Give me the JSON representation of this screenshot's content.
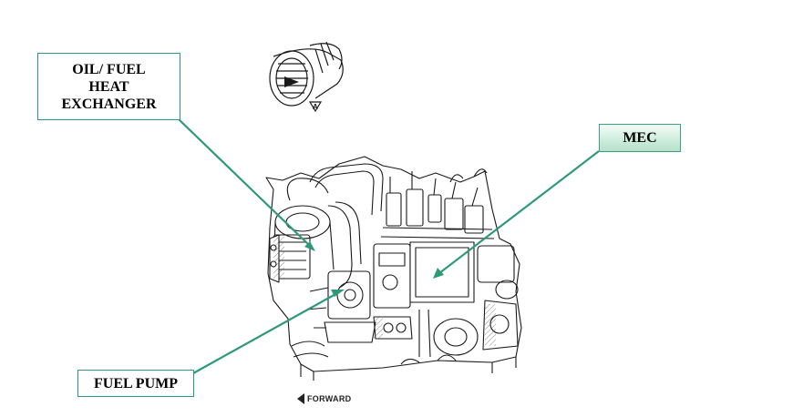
{
  "labels": {
    "oil_fuel_line1": "OIL/ FUEL",
    "oil_fuel_line2": "HEAT",
    "oil_fuel_line3": "EXCHANGER",
    "mec": "MEC",
    "fuel_pump": "FUEL PUMP",
    "forward": "FORWARD",
    "view_letter": "A"
  },
  "colors": {
    "leader": "#2e9a73",
    "box_border": "#2e9a73",
    "mec_fill": "#cfeede",
    "drawing": "#1a1a1a"
  }
}
